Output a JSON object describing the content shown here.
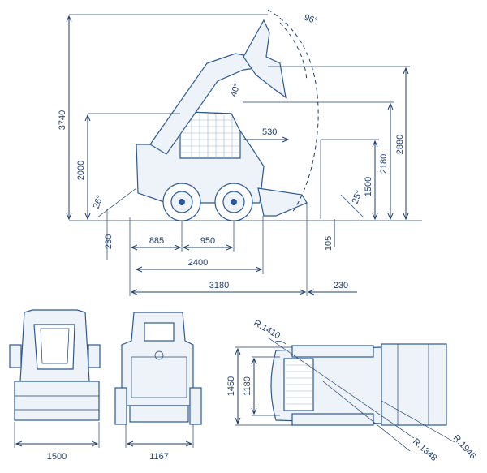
{
  "side_view": {
    "height_total": "3740",
    "height_hinge_pin": "2880",
    "height_dump": "2180",
    "height_cab": "2000",
    "height_dump_clearance": "1500",
    "reach": "530",
    "dump_angle": "96°",
    "rollback_angle": "40°",
    "departure_angle": "26°",
    "dump_angle_low": "25°",
    "ground_clearance": "230",
    "bucket_below": "105",
    "front_overhang": "885",
    "wheelbase": "950",
    "length_no_bucket": "2400",
    "length_total": "3180",
    "bucket_reach": "230"
  },
  "front_view": {
    "width": "1500"
  },
  "rear_view": {
    "width": "1167"
  },
  "top_view": {
    "width_outer": "1450",
    "width_inner": "1180",
    "radius_rear": "R.1410",
    "radius_front": "R.1348",
    "radius_bucket": "R.1946"
  },
  "colors": {
    "line": "#1d3f6e",
    "machine": "#2a5a96",
    "fill": "#eef3fa"
  }
}
